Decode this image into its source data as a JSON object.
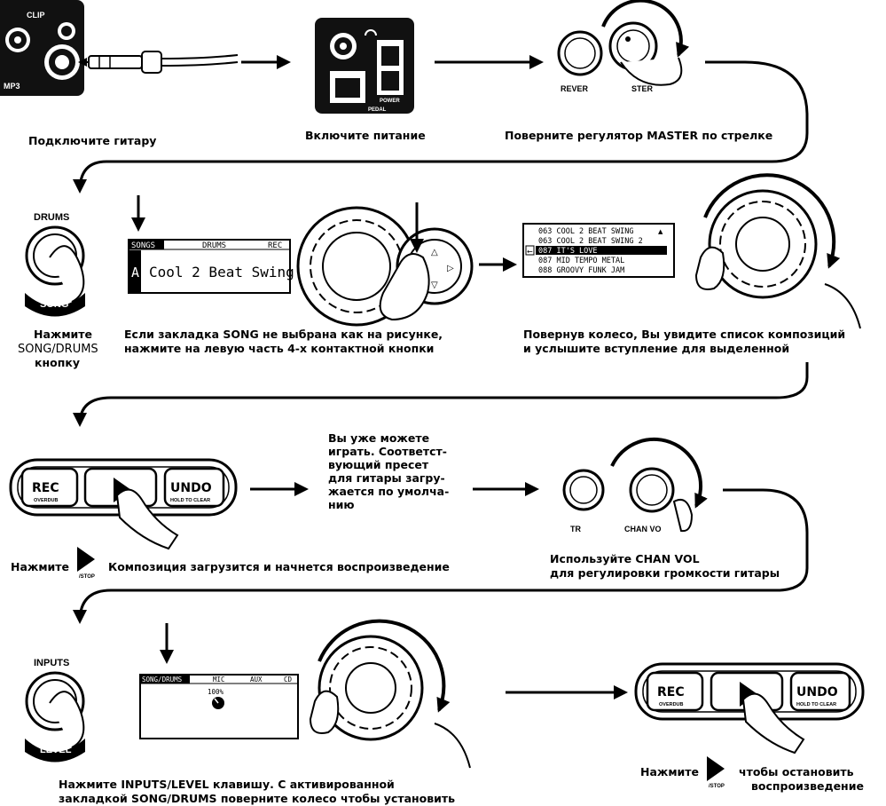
{
  "steps": {
    "connect_guitar": "Подключите гитару",
    "power_on": "Включите питание",
    "turn_master": "Поверните регулятор MASTER по стрелке",
    "press_song_l1": "Нажмите",
    "press_song_l2": "SONG/DRUMS",
    "press_song_l3": "кнопку",
    "song_tab_l1": "Если закладка SONG не выбрана как на рисунке,",
    "song_tab_l2": "нажмите на левую часть 4-х контактной кнопки",
    "wheel_l1": "Повернув колесо, Вы увидите список композиций",
    "wheel_l2": "и услышите вступление для выделенной",
    "play_note": [
      "Вы уже можете",
      "играть. Соответст-",
      "вующий пресет",
      "для гитары загру-",
      "жается по умолча-",
      "нию"
    ],
    "press_play": "Нажмите",
    "song_loads": "Композиция загрузится и начнется воспроизведение",
    "chan_vol_l1": "Используйте CHAN VOL",
    "chan_vol_l2": "для регулировки громкости гитары",
    "inputs_l1": "Нажмите INPUTS/LEVEL клавишу. С активированной",
    "inputs_l2": "закладкой SONG/DRUMS поверните колесо чтобы установить",
    "stop_l1": "Нажмите",
    "stop_l2": "чтобы остановить",
    "stop_l3": "воспроизведение"
  },
  "device_labels": {
    "clip": "CLIP",
    "mp3": "MP3",
    "power": "POWER",
    "pedal": "PEDAL",
    "reverb": "REVER",
    "master": "STER",
    "drums_button": "DRUMS",
    "song_label": "SONG",
    "inputs_button": "INPUTS",
    "level_label": "LEVEL",
    "tr": "TR",
    "chan_vol": "CHAN VO",
    "stop_icon_label": "/STOP"
  },
  "display_song": {
    "tabs": [
      "SONGS",
      "DRUMS",
      "REC"
    ],
    "side_letter": "A",
    "song_name": "Cool 2 Beat Swing"
  },
  "song_list": {
    "items": [
      "063 COOL 2 BEAT SWING",
      "063 COOL 2 BEAT SWING 2",
      "087 IT'S LOVE",
      "087 MID TEMPO METAL",
      "088 GROOVY FUNK JAM"
    ],
    "selected_index": 2
  },
  "display_level": {
    "tabs": [
      "SONG/DRUMS",
      "MIC",
      "AUX",
      "CD"
    ],
    "level": "100%"
  },
  "transport": {
    "rec": "REC",
    "rec_sub": "OVERDUB",
    "undo": "UNDO",
    "undo_sub": "HOLD TO CLEAR"
  }
}
